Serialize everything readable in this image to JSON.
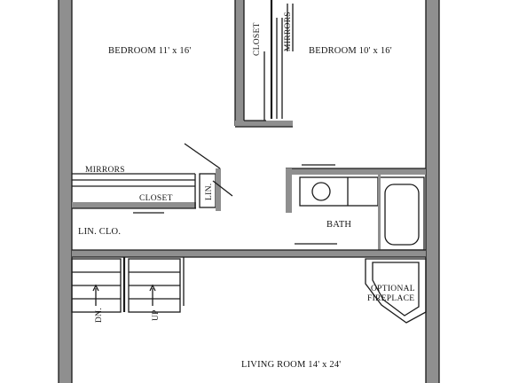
{
  "rooms": {
    "bedroom_left": "BEDROOM 11' x 16'",
    "bedroom_right": "BEDROOM 10' x 16'",
    "closet_upper": "CLOSET",
    "mirrors_upper": "MIRRORS",
    "mirrors_left": "MIRRORS",
    "closet_left": "CLOSET",
    "linen_small": "LIN.",
    "linen_closet": "LIN. CLO.",
    "bath": "BATH",
    "fireplace_line1": "OPTIONAL",
    "fireplace_line2": "FIREPLACE",
    "stair_down": "DN.",
    "stair_up": "UP",
    "living_room": "LIVING ROOM 14' x 24'"
  }
}
